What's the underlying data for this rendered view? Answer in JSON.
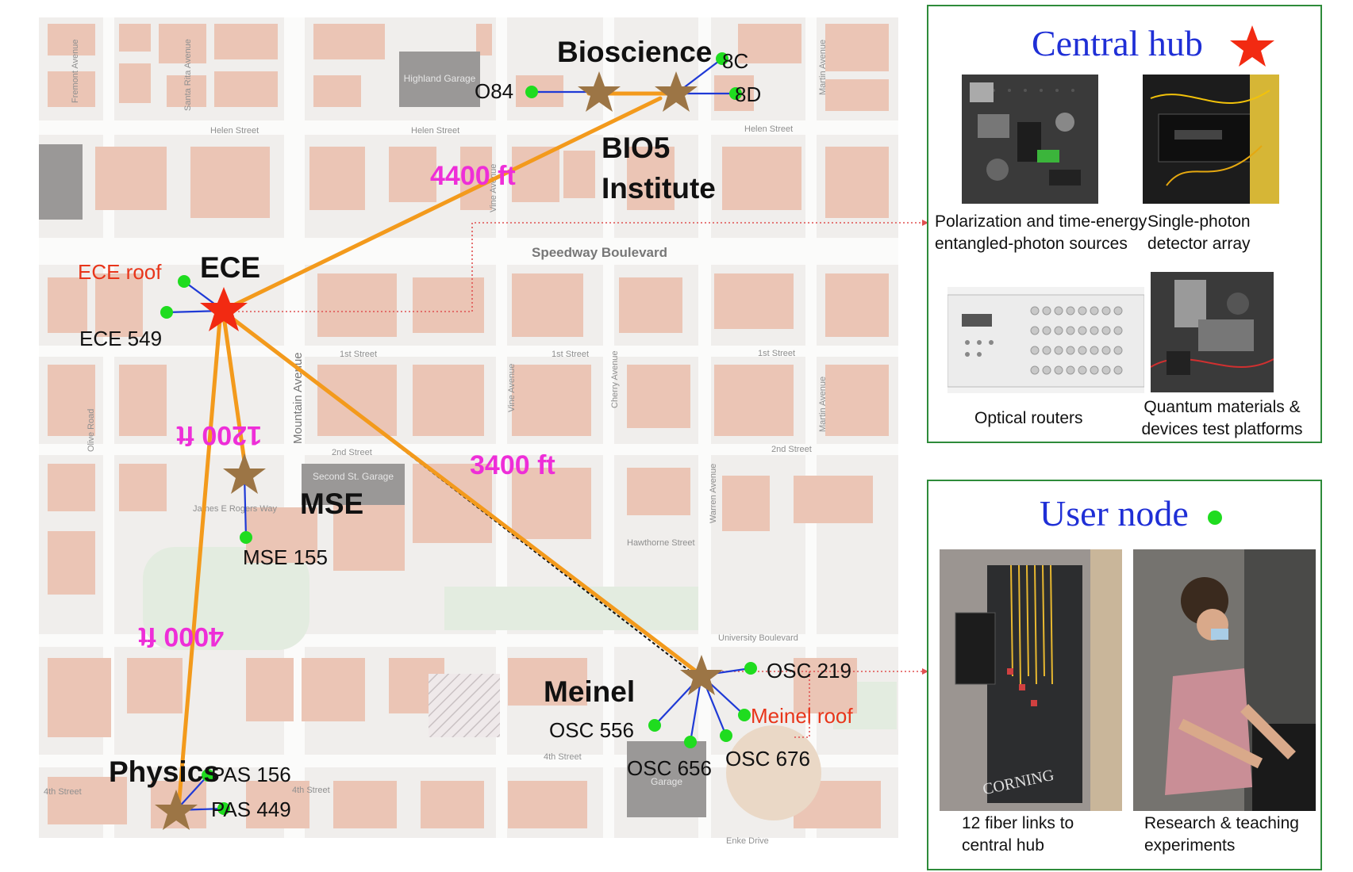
{
  "map": {
    "streets": [
      "Helen Street",
      "Helen Street",
      "Helen Street",
      "Speedway Boulevard",
      "1st Street",
      "1st Street",
      "1st Street",
      "2nd Street",
      "2nd Street",
      "James E Rogers Way",
      "Hawthorne Street",
      "University Boulevard",
      "4th Street",
      "4th Street",
      "4th Street",
      "Enke Drive",
      "Mountain Avenue",
      "Olive Road",
      "Vine Avenue",
      "Cherry Avenue",
      "Martin Avenue",
      "Warren Avenue",
      "Fremont Avenue",
      "Santa Rita Avenue",
      "Martin Avenue",
      "Vine Avenue"
    ],
    "garages": [
      "Highland Garage",
      "Second St. Garage",
      "Garage"
    ],
    "hubs": {
      "ece": "ECE",
      "bioscience": "Bioscience",
      "bio5": "BIO5 Institute",
      "mse": "MSE",
      "meinel": "Meinel",
      "physics": "Physics"
    },
    "nodes": {
      "ece_roof": "ECE roof",
      "ece_549": "ECE 549",
      "o84": "O84",
      "n8c": "8C",
      "n8d": "8D",
      "mse_155": "MSE 155",
      "osc_219": "OSC 219",
      "meinel_roof": "Meinel roof",
      "osc_556": "OSC 556",
      "osc_656": "OSC 656",
      "osc_676": "OSC 676",
      "pas_156": "PAS 156",
      "pas_449": "PAS 449"
    },
    "distances": {
      "d4400": "4400 ft",
      "d1200": "1200 ft",
      "d3400": "3400 ft",
      "d4000": "4000 ft"
    },
    "colors": {
      "fiber": "#f39a1c",
      "link": "#1f3ad6",
      "user_node": "#1fdc1f",
      "hub_star": "#f22a12",
      "site_star": "#9c7545",
      "distance_label": "#ee2ed8",
      "node_roof_label": "#e8351a"
    }
  },
  "central_hub": {
    "title": "Central hub",
    "captions": {
      "sources": "Polarization and time-energy entangled-photon sources",
      "detectors": "Single-photon detector array",
      "routers": "Optical routers",
      "test": "Quantum materials & devices test platforms"
    }
  },
  "user_node": {
    "title": "User node",
    "captions": {
      "fiber": "12 fiber links to central hub",
      "research": "Research & teaching experiments"
    },
    "cabinet_brand": "CORNING"
  }
}
